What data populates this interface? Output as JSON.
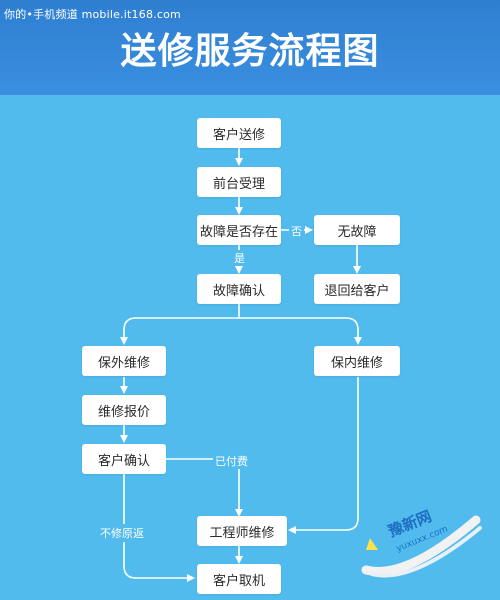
{
  "watermark": "你的•手机频道 mobile.it168.com",
  "title": "送修服务流程图",
  "nodes": {
    "customer_send": "客户送修",
    "front_desk": "前台受理",
    "fault_exists": "故障是否存在",
    "no_fault": "无故障",
    "return_customer": "退回给客户",
    "fault_confirm": "故障确认",
    "out_warranty": "保外维修",
    "in_warranty": "保内维修",
    "quote": "维修报价",
    "customer_confirm": "客户确认",
    "engineer_repair": "工程师维修",
    "customer_pickup": "客户取机"
  },
  "edges": {
    "no": "否",
    "yes": "是",
    "paid": "已付费",
    "unrepaired_return": "不修原返"
  },
  "logo": {
    "name": "豫新网",
    "url": "yuxuxx.com"
  },
  "colors": {
    "header": "#3a8fe0",
    "panel": "#51bbee",
    "node": "#ffffff",
    "line": "#ffffff"
  }
}
